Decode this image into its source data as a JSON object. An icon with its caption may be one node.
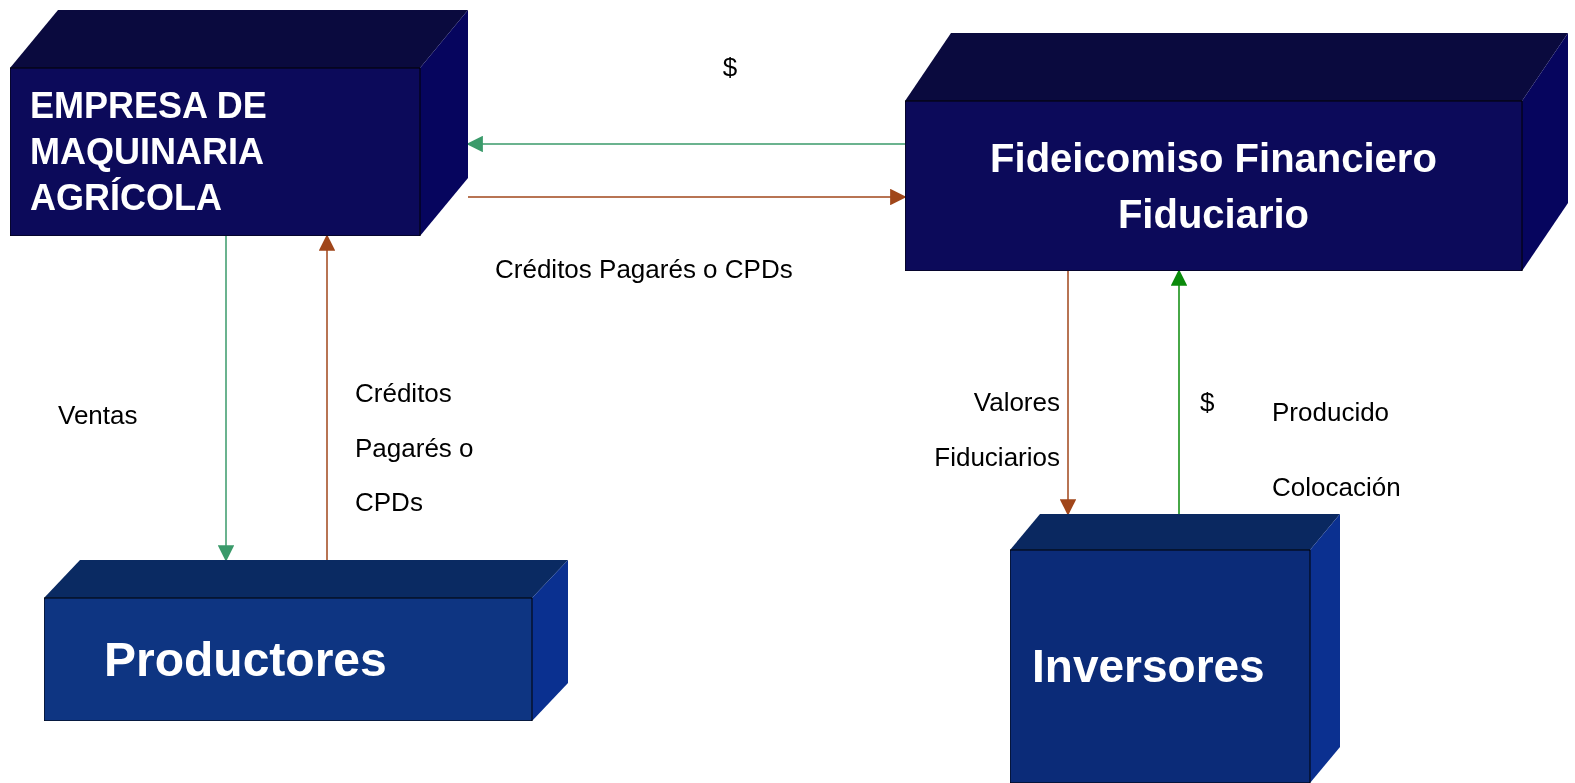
{
  "diagram": {
    "nodes": [
      {
        "text": [
          "EMPRESA DE MAQUINARIA AGRÍCOLA"
        ]
      },
      {
        "text": [
          "Fideicomiso Financiero Fiduciario"
        ]
      },
      {
        "text": [
          "Productores"
        ]
      },
      {
        "text": [
          "Inversores"
        ]
      }
    ],
    "edges": [
      {
        "from": 1,
        "to": 0,
        "arrow": "to",
        "label": "$",
        "color": "#3a9a6a"
      },
      {
        "from": 0,
        "to": 1,
        "arrow": "to",
        "label": "Créditos Pagarés o CPDs",
        "color": "#a0461a"
      },
      {
        "from": 0,
        "to": 2,
        "arrow": "to",
        "label": "Ventas",
        "color": "#3a9a6a"
      },
      {
        "from": 2,
        "to": 0,
        "arrow": "to",
        "label": "Créditos Pagarés o CPDs",
        "color": "#a0461a"
      },
      {
        "from": 1,
        "to": 3,
        "arrow": "to",
        "label": "Valores Fiduciarios",
        "color": "#a0461a"
      },
      {
        "from": 3,
        "to": 1,
        "arrow": "to",
        "label": "$",
        "color": "#0a8a0a"
      }
    ],
    "labels": [
      "Producido Colocación"
    ]
  }
}
